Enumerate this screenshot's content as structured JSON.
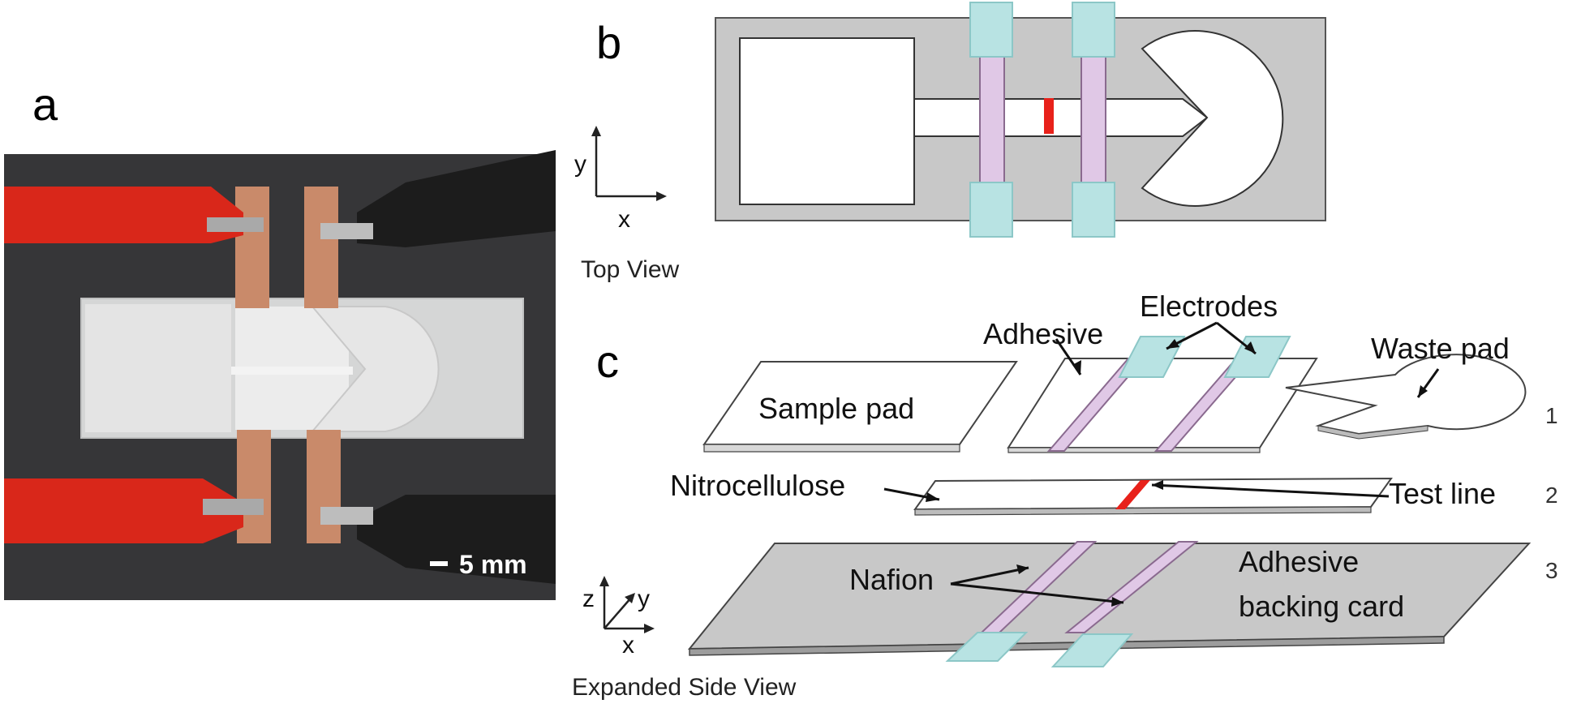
{
  "panels": {
    "a": {
      "letter": "a",
      "scale_bar_label": "5 mm"
    },
    "b": {
      "letter": "b",
      "axis_x": "x",
      "axis_y": "y",
      "view_label": "Top View"
    },
    "c": {
      "letter": "c",
      "axis_x": "x",
      "axis_y": "y",
      "axis_z": "z",
      "view_label": "Expanded Side View",
      "labels": {
        "electrodes": "Electrodes",
        "adhesive": "Adhesive",
        "waste_pad": "Waste pad",
        "sample_pad": "Sample pad",
        "nitrocellulose": "Nitrocellulose",
        "test_line": "Test line",
        "nafion": "Nafion",
        "backing_line1": "Adhesive",
        "backing_line2": "backing card"
      },
      "layer_numbers": [
        "1",
        "2",
        "3"
      ]
    }
  },
  "colors": {
    "electrode": "#b8e3e3",
    "nafion": "#e0c8e6",
    "test_line": "#e8211a",
    "backing": "#c8c8c8",
    "clip_red": "#d9271a",
    "clip_black": "#1c1c1c",
    "copper": "#c98a6a"
  }
}
